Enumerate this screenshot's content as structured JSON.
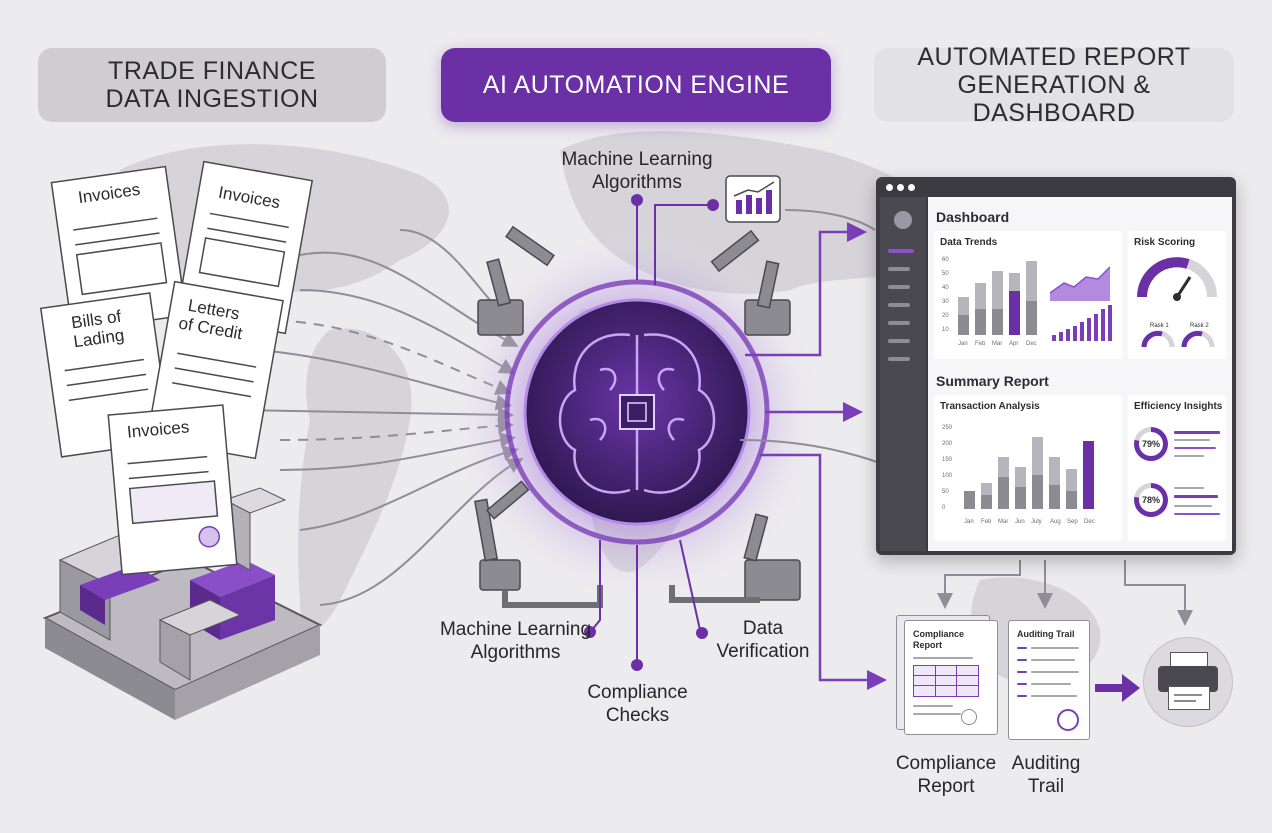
{
  "headers": {
    "ingestion": [
      "TRADE FINANCE",
      "DATA INGESTION"
    ],
    "engine": "AI AUTOMATION ENGINE",
    "reporting": [
      "AUTOMATED REPORT",
      "GENERATION & DASHBOARD"
    ]
  },
  "documents": {
    "invoices_1": "Invoices",
    "invoices_2": "Invoices",
    "bills_of_lading": [
      "Bills of",
      "Lading"
    ],
    "letters_of_credit": [
      "Letters",
      "of Credit"
    ],
    "invoices_3": "Invoices"
  },
  "engine_labels": {
    "ml_top": [
      "Machine Learning",
      "Algorithms"
    ],
    "ml_bottom": [
      "Machine Learning",
      "Algorithms"
    ],
    "compliance": [
      "Compliance",
      "Checks"
    ],
    "verification": [
      "Data",
      "Verification"
    ]
  },
  "dashboard": {
    "title": "Dashboard",
    "data_trends": {
      "title": "Data Trends",
      "y_ticks": [
        "60",
        "50",
        "40",
        "30",
        "20",
        "10"
      ],
      "x_labels": [
        "Jan",
        "Feb",
        "Mar",
        "Apr",
        "Dec"
      ]
    },
    "risk_scoring": {
      "title": "Risk Scoring",
      "gauge_labels": [
        "Rask 1",
        "Rask 2"
      ]
    },
    "summary_title": "Summary Report",
    "transaction_analysis": {
      "title": "Transaction Analysis",
      "y_ticks": [
        "250",
        "200",
        "150",
        "100",
        "50",
        "0"
      ],
      "x_labels": [
        "Jan",
        "Feb",
        "Mar",
        "Jun",
        "July",
        "Aug",
        "Sep",
        "Dec"
      ]
    },
    "efficiency_insights": {
      "title": "Efficiency Insights",
      "values": [
        "79%",
        "78%"
      ]
    }
  },
  "reports": {
    "compliance_doc_title": [
      "Compliance",
      "Report"
    ],
    "auditing_doc_title": "Auditing Trail",
    "compliance_caption": [
      "Compliance",
      "Report"
    ],
    "auditing_caption": [
      "Auditing",
      "Trail"
    ]
  },
  "colors": {
    "accent": "#6b2fa6",
    "accent_light": "#9a63d4",
    "gray": "#a6a4ab"
  }
}
